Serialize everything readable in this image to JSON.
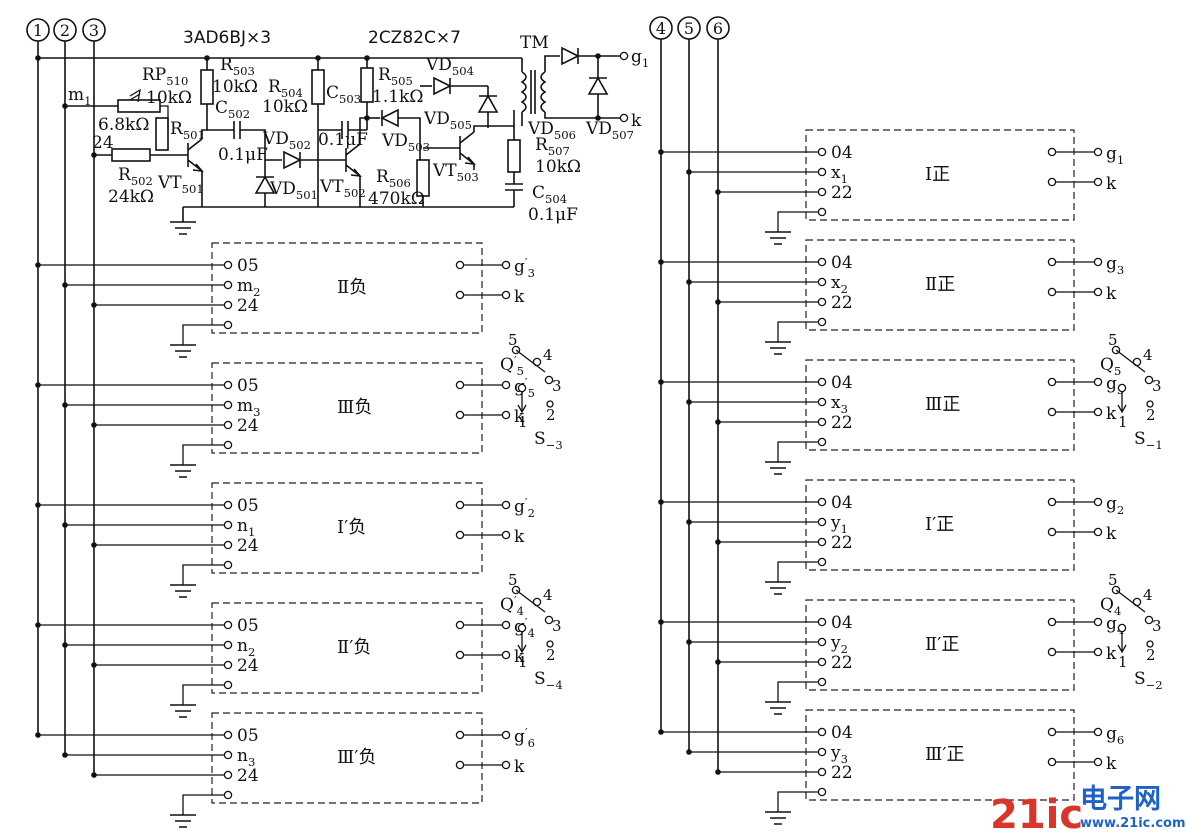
{
  "buses_left": [
    "①",
    "②",
    "③"
  ],
  "buses_right": [
    "④",
    "⑤",
    "⑥"
  ],
  "header": {
    "transistor_part": "3AD6BJ×3",
    "diode_part": "2CZ82C×7",
    "transformer": "TM",
    "out_g": "g",
    "out_g_sub": "1",
    "out_k": "k"
  },
  "components": {
    "m1": "m",
    "m1_sub": "1",
    "rp510": "RP",
    "rp510_sub": "510",
    "rp510_val": "10kΩ",
    "r501_pre": "6.8kΩ",
    "n24": "24",
    "r501": "R",
    "r501_sub": "501",
    "r502": "R",
    "r502_sub": "502",
    "r502_val": "24kΩ",
    "vt501": "VT",
    "vt501_sub": "501",
    "r503": "R",
    "r503_sub": "503",
    "r503_val": "10kΩ",
    "c502": "C",
    "c502_sub": "502",
    "c502_val": "0.1μF",
    "r504": "R",
    "r504_sub": "504",
    "r504_val": "10kΩ",
    "vd502": "VD",
    "vd502_sub": "502",
    "vd501": "VD",
    "vd501_sub": "501",
    "c503": "C",
    "c503_sub": "503",
    "c503_val": "0.1μF",
    "r505": "R",
    "r505_sub": "505",
    "r505_val": "1.1kΩ",
    "vd504": "VD",
    "vd504_sub": "504",
    "vd505": "VD",
    "vd505_sub": "505",
    "vd503": "VD",
    "vd503_sub": "503",
    "vt502": "VT",
    "vt502_sub": "502",
    "r506": "R",
    "r506_sub": "506",
    "r506_val": "470kΩ",
    "vt503": "VT",
    "vt503_sub": "503",
    "r507": "R",
    "r507_sub": "507",
    "r507_val": "10kΩ",
    "c504": "C",
    "c504_sub": "504",
    "c504_val": "0.1μF",
    "vd506": "VD",
    "vd506_sub": "506",
    "vd507": "VD",
    "vd507_sub": "507"
  },
  "left_units": [
    {
      "label": "Ⅱ负",
      "t1": "05",
      "t2": "m",
      "t2s": "2",
      "t3": "24",
      "g": "g",
      "gs": "3",
      "k": "k"
    },
    {
      "label": "Ⅲ负",
      "t1": "05",
      "t2": "m",
      "t2s": "3",
      "t3": "24",
      "g": "g",
      "gs": "5",
      "k": "k"
    },
    {
      "label": "Ⅰ′负",
      "t1": "05",
      "t2": "n",
      "t2s": "1",
      "t3": "24",
      "g": "g",
      "gs": "2",
      "k": "k"
    },
    {
      "label": "Ⅱ′负",
      "t1": "05",
      "t2": "n",
      "t2s": "2",
      "t3": "24",
      "g": "g",
      "gs": "4",
      "k": "k"
    },
    {
      "label": "Ⅲ′负",
      "t1": "05",
      "t2": "n",
      "t2s": "3",
      "t3": "24",
      "g": "g",
      "gs": "6",
      "k": "k"
    }
  ],
  "right_units": [
    {
      "label": "Ⅰ正",
      "t1": "04",
      "t2": "x",
      "t2s": "1",
      "t3": "22",
      "g": "g",
      "gs": "1",
      "k": "k"
    },
    {
      "label": "Ⅱ正",
      "t1": "04",
      "t2": "x",
      "t2s": "2",
      "t3": "22",
      "g": "g",
      "gs": "3",
      "k": "k"
    },
    {
      "label": "Ⅲ正",
      "t1": "04",
      "t2": "x",
      "t2s": "3",
      "t3": "22",
      "g": "g",
      "gs": "5",
      "k": "k"
    },
    {
      "label": "Ⅰ′正",
      "t1": "04",
      "t2": "y",
      "t2s": "1",
      "t3": "22",
      "g": "g",
      "gs": "2",
      "k": "k"
    },
    {
      "label": "Ⅱ′正",
      "t1": "04",
      "t2": "y",
      "t2s": "2",
      "t3": "22",
      "g": "g",
      "gs": "4",
      "k": "k"
    },
    {
      "label": "Ⅲ′正",
      "t1": "04",
      "t2": "y",
      "t2s": "3",
      "t3": "22",
      "g": "g",
      "gs": "6",
      "k": "k"
    }
  ],
  "switches": [
    {
      "q": "Q",
      "qs": "5",
      "prime": "′",
      "s": "S",
      "ss": "−3",
      "p1": "1",
      "p2": "2",
      "p3": "3",
      "p4": "4",
      "p5": "5"
    },
    {
      "q": "Q",
      "qs": "4",
      "prime": "′",
      "s": "S",
      "ss": "−4",
      "p1": "1",
      "p2": "2",
      "p3": "3",
      "p4": "4",
      "p5": "5"
    },
    {
      "q": "Q",
      "qs": "5",
      "prime": "",
      "s": "S",
      "ss": "−1",
      "p1": "1",
      "p2": "2",
      "p3": "3",
      "p4": "4",
      "p5": "5"
    },
    {
      "q": "Q",
      "qs": "4",
      "prime": "",
      "s": "S",
      "ss": "−2",
      "p1": "1",
      "p2": "2",
      "p3": "3",
      "p4": "4",
      "p5": "5"
    }
  ],
  "watermark": {
    "brand": "21ic",
    "cn": "电子网",
    "url": "www.21ic.com"
  }
}
